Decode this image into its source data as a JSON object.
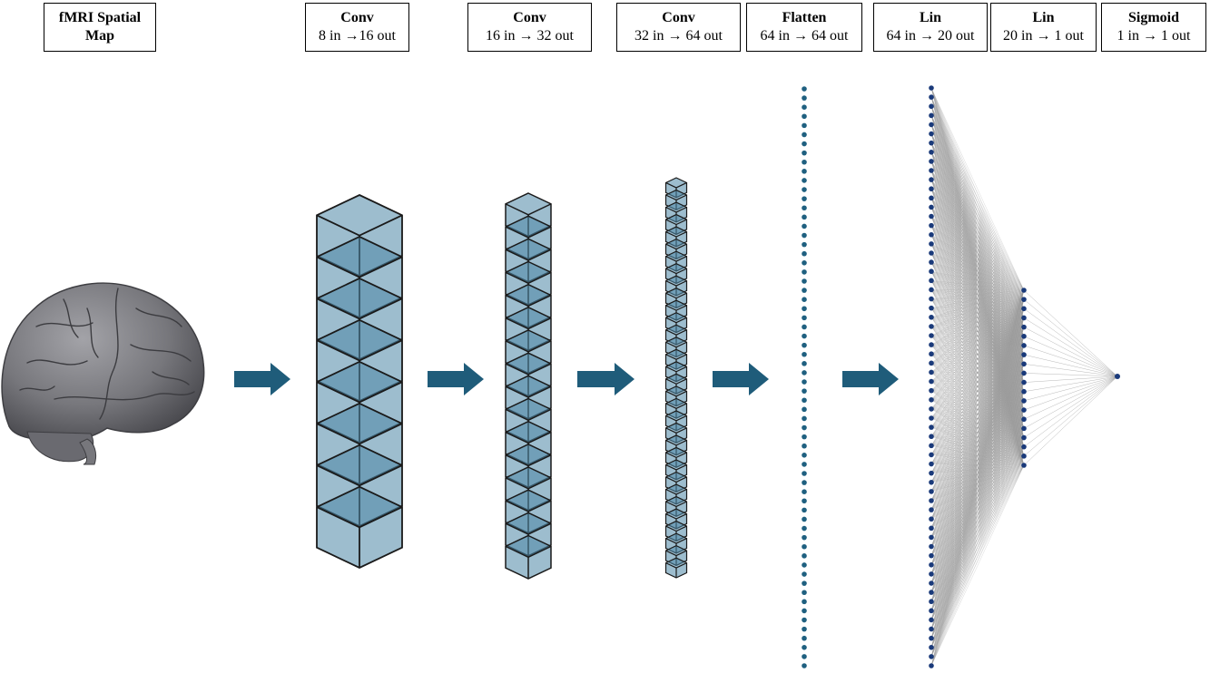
{
  "headers": [
    {
      "title": "fMRI Spatial Map",
      "sub": ""
    },
    {
      "title": "Conv",
      "sub": "8 in →16 out"
    },
    {
      "title": "Conv",
      "sub": "16 in → 32 out"
    },
    {
      "title": "Conv",
      "sub": "32 in → 64 out"
    },
    {
      "title": "Flatten",
      "sub": "64 in → 64 out"
    },
    {
      "title": "Lin",
      "sub": "64 in → 20 out"
    },
    {
      "title": "Lin",
      "sub": "20 in → 1 out"
    },
    {
      "title": "Sigmoid",
      "sub": "1 in → 1 out"
    }
  ],
  "colors": {
    "arrow": "#1f5c7a",
    "cube_fill": "#4d86a6",
    "cube_stroke": "#1a1a1a",
    "node": "#1a3a7a",
    "flatten_node": "#1f6080",
    "edge": "#9a9a9a"
  },
  "network": {
    "conv1_blocks": 8,
    "conv2_blocks": 16,
    "conv3_blocks": 32,
    "flatten_nodes": 64,
    "lin1_nodes": 64,
    "lin2_nodes": 20,
    "out_nodes": 1
  }
}
